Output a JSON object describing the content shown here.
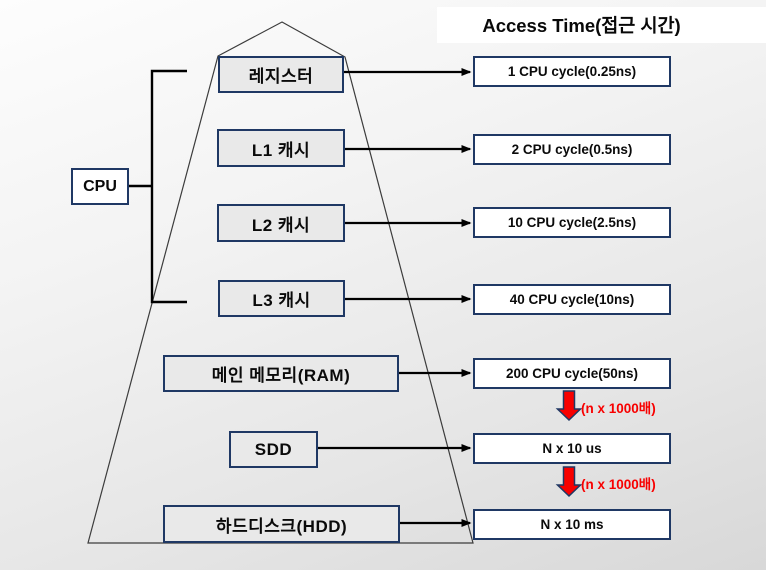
{
  "title": "Access Time(접근 시간)",
  "cpu": {
    "label": "CPU"
  },
  "pyramid": {
    "levels": [
      {
        "label": "레지스터",
        "access": "1 CPU cycle(0.25ns)"
      },
      {
        "label": "L1 캐시",
        "access": "2 CPU cycle(0.5ns)"
      },
      {
        "label": "L2 캐시",
        "access": "10 CPU cycle(2.5ns)"
      },
      {
        "label": "L3 캐시",
        "access": "40 CPU cycle(10ns)"
      },
      {
        "label": "메인 메모리(RAM)",
        "access": "200 CPU cycle(50ns)"
      },
      {
        "label": "SDD",
        "access": "N x 10 us"
      },
      {
        "label": "하드디스크(HDD)",
        "access": "N x 10 ms"
      }
    ]
  },
  "multipliers": [
    {
      "label": "(n x 1000배)"
    },
    {
      "label": "(n x 1000배)"
    }
  ],
  "colors": {
    "border_navy": "#1f3864",
    "arrow_black": "#000000",
    "multiplier_red": "#f80000",
    "box_fill_gray": "#e9e9e9",
    "box_fill_white": "#ffffff"
  }
}
